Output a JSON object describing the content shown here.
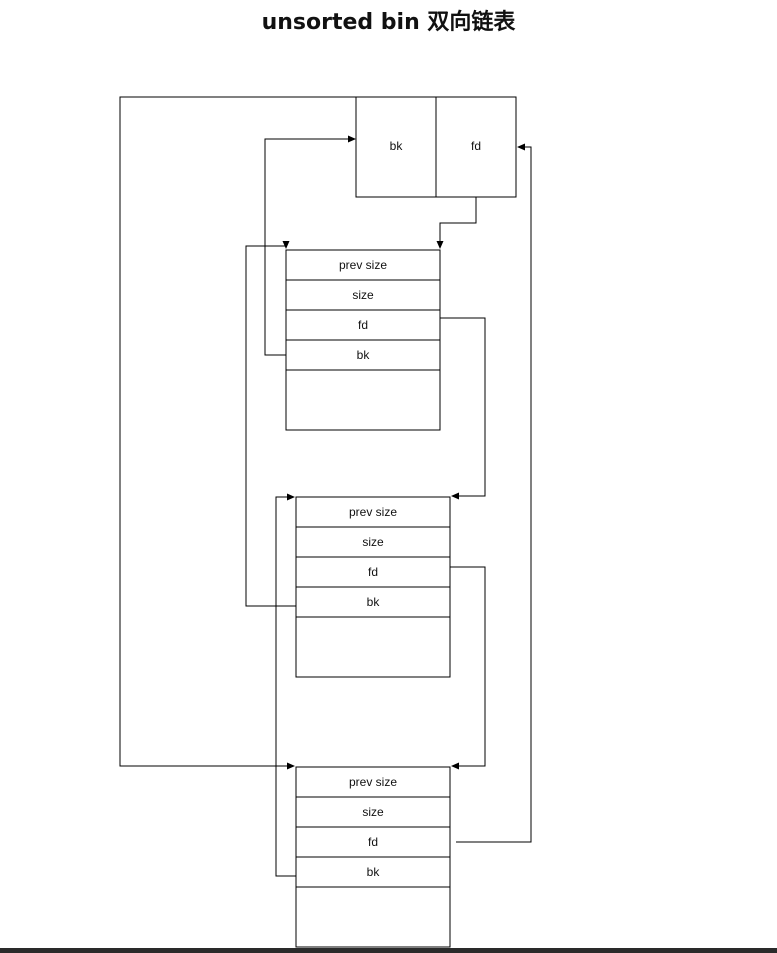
{
  "title": "unsorted bin 双向链表",
  "bin_head": {
    "bk_label": "bk",
    "fd_label": "fd"
  },
  "chunks": [
    {
      "prev_size": "prev size",
      "size": "size",
      "fd": "fd",
      "bk": "bk"
    },
    {
      "prev_size": "prev size",
      "size": "size",
      "fd": "fd",
      "bk": "bk"
    },
    {
      "prev_size": "prev size",
      "size": "size",
      "fd": "fd",
      "bk": "bk"
    }
  ],
  "colors": {
    "line": "#000000",
    "background": "#ffffff",
    "footer_bar": "#2a2a2a"
  }
}
